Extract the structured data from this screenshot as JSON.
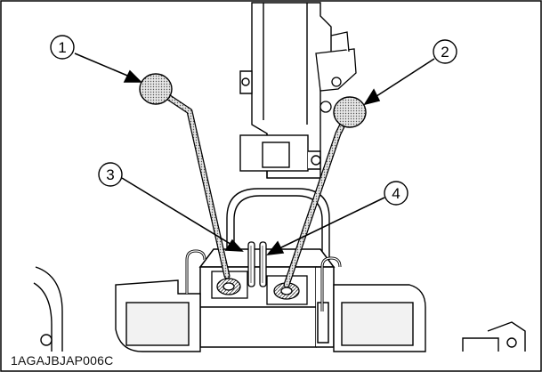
{
  "figure": {
    "callouts": [
      "1",
      "2",
      "3",
      "4"
    ],
    "caption": "1AGAJBJAP006C"
  }
}
